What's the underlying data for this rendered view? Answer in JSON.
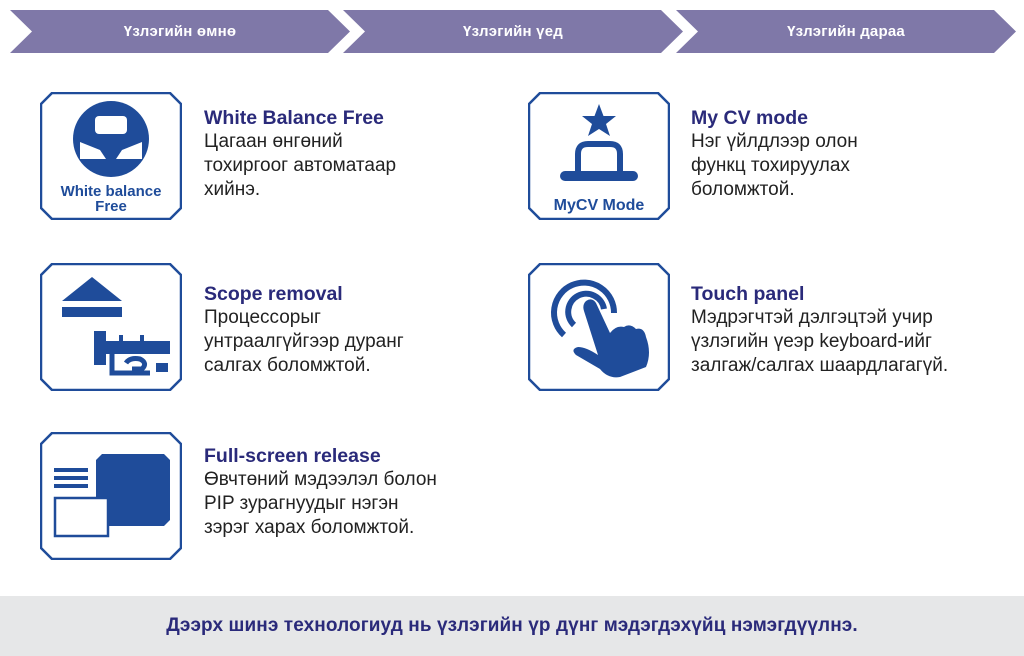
{
  "colors": {
    "step_fill": "#7f78a8",
    "icon_blue": "#1f4c9a",
    "title_navy": "#2a2a7a",
    "body_text": "#222222",
    "footer_bg": "#e6e7e8"
  },
  "steps": [
    {
      "label": "Үзлэгийн өмнө"
    },
    {
      "label": "Үзлэгийн үед"
    },
    {
      "label": "Үзлэгийн дараа"
    }
  ],
  "features": [
    {
      "icon": "white-balance-icon",
      "icon_caption": [
        "White balance",
        "Free"
      ],
      "title": "White Balance Free",
      "lines": [
        "Цагаан өнгөний",
        "тохиргоог автоматаар",
        "хийнэ."
      ]
    },
    {
      "icon": "mycv-mode-icon",
      "icon_caption": [
        "MyCV Mode"
      ],
      "title": "My CV mode",
      "lines": [
        "Нэг үйлдлээр олон",
        "функц тохируулах",
        "боломжтой."
      ]
    },
    {
      "icon": "scope-removal-icon",
      "title": "Scope removal",
      "lines": [
        "Процессорыг",
        "унтраалгүйгээр дуранг",
        "салгах боломжтой."
      ]
    },
    {
      "icon": "touch-panel-icon",
      "title": "Touch panel",
      "lines": [
        "Мэдрэгчтэй дэлгэцтэй учир",
        "үзлэгийн үеэр keyboard-ийг",
        "залгаж/салгах шаардлагагүй."
      ]
    },
    {
      "icon": "full-screen-release-icon",
      "title": "Full-screen release",
      "lines": [
        "Өвчтөний мэдээлэл болон",
        "PIP зурагнуудыг нэгэн",
        "зэрэг харах боломжтой."
      ]
    }
  ],
  "footer": {
    "text": "Дээрх шинэ технологиуд нь үзлэгийн үр дүнг мэдэгдэхүйц нэмэгдүүлнэ."
  }
}
